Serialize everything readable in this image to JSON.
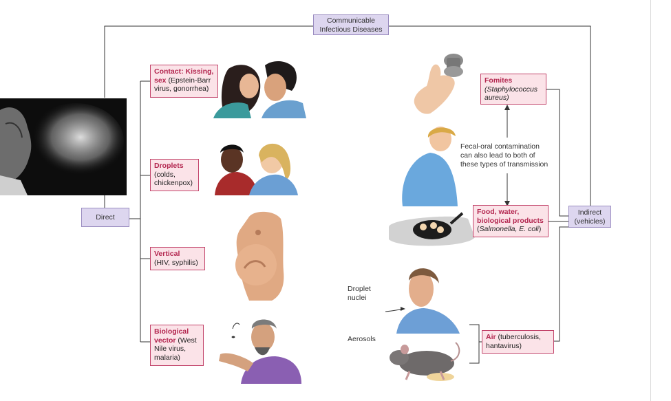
{
  "title_box": {
    "line1": "Communicable",
    "line2": "Infectious Diseases"
  },
  "direct": {
    "label": "Direct"
  },
  "indirect": {
    "line1": "Indirect",
    "line2": "(vehicles)"
  },
  "contact": {
    "head": "Contact: Kissing,",
    "l2_bold": "sex",
    "l2": " (Epstein-Barr",
    "l3": "virus, gonorrhea)"
  },
  "droplets": {
    "head": "Droplets",
    "l2": "(colds,",
    "l3": "chickenpox)"
  },
  "vertical": {
    "head": "Vertical",
    "l2": "(HIV, syphilis)"
  },
  "bio": {
    "head1": "Biological",
    "head2": "vector",
    "l2": " (West",
    "l3": "Nile virus,",
    "l4": "malaria)"
  },
  "fomites": {
    "head": "Fomites",
    "l2": "(Staphylococcus",
    "l3": "aureus)"
  },
  "food": {
    "head1": "Food, water,",
    "head2": "biological products",
    "l3_open": "(",
    "l3_it": "Salmonella, E. coli",
    "l3_close": ")"
  },
  "air": {
    "head": "Air",
    "l1": " (tuberculosis,",
    "l2": "hantavirus)"
  },
  "fecal_note": {
    "l1": "Fecal-oral contamination",
    "l2": "can also lead to both of",
    "l3": "these types of transmission"
  },
  "droplet_nuclei": {
    "l1": "Droplet",
    "l2": "nuclei"
  },
  "aerosols": {
    "label": "Aerosols"
  },
  "colors": {
    "pink_fill": "#fbe3e8",
    "pink_border": "#c2436a",
    "pink_text": "#b3264f",
    "lavender": "#ddd6ef",
    "line": "#333333"
  }
}
